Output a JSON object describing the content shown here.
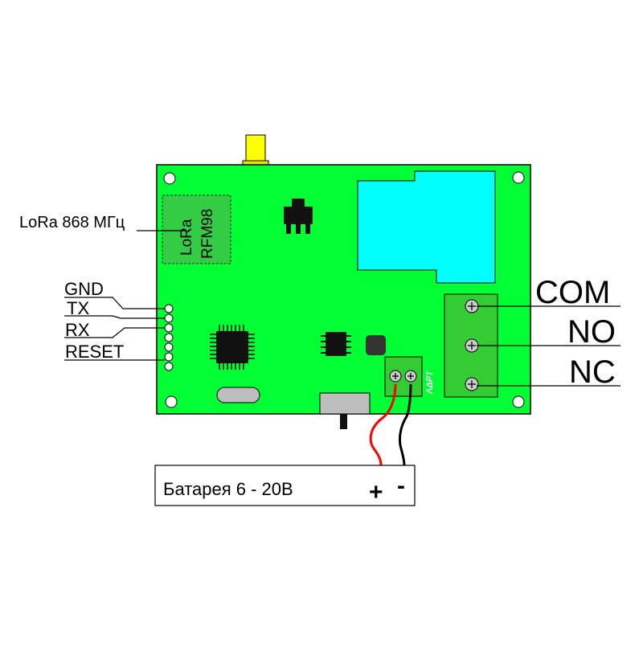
{
  "labels": {
    "antenna_module": "LoRa 868 МГц",
    "module_line1": "LoRa",
    "module_line2": "RFM98",
    "brand": "ΛΔPT"
  },
  "header_pins": [
    "GND",
    "TX",
    "RX",
    "RESET"
  ],
  "relay_terminals": [
    "COM",
    "NO",
    "NC"
  ],
  "battery": {
    "label": "Батарея 6 - 20В",
    "plus": "+",
    "minus": "-"
  },
  "colors": {
    "pcb": "#00ff33",
    "relay": "#00ffff",
    "terminal_block": "#33cc33",
    "antenna": "#ffff00",
    "wire_positive": "#ff0000",
    "wire_negative": "#000000"
  }
}
